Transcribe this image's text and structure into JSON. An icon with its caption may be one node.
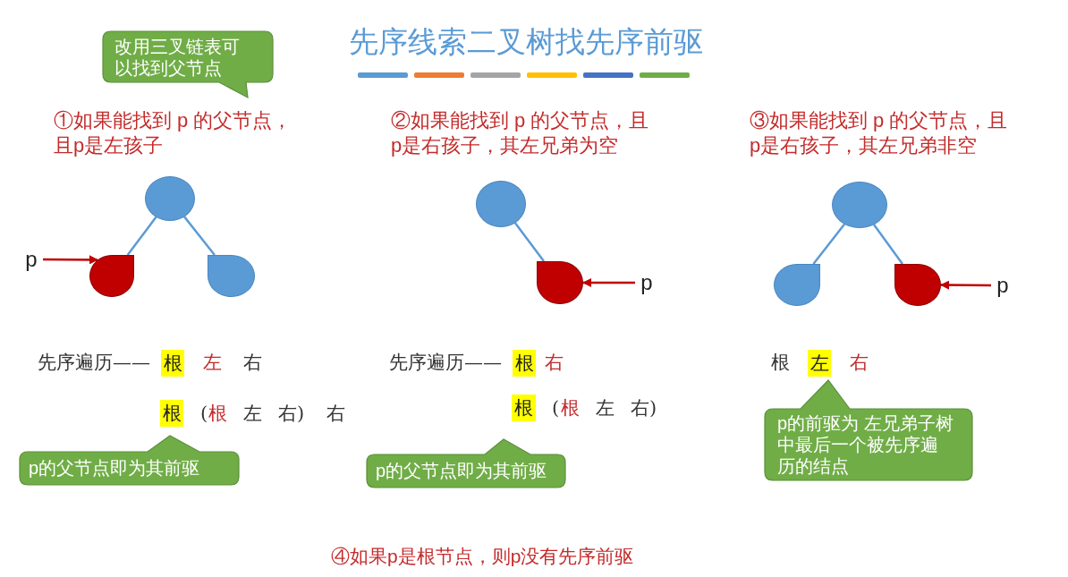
{
  "diagram": {
    "title": "先序线索二叉树找先序前驱",
    "nodes": [
      {
        "text": [
          "改用三叉链表可以找到父节点"
        ]
      },
      {
        "text": [],
        "shape": "circle"
      },
      {
        "text": [],
        "shape": "drop"
      },
      {
        "text": [],
        "shape": "drop"
      },
      {
        "text": [
          "p"
        ]
      },
      {
        "text": [],
        "shape": "circle"
      },
      {
        "text": [],
        "shape": "drop"
      },
      {
        "text": [
          "p"
        ]
      },
      {
        "text": [],
        "shape": "circle"
      },
      {
        "text": [],
        "shape": "drop"
      },
      {
        "text": [],
        "shape": "drop"
      },
      {
        "text": [
          "p"
        ]
      },
      {
        "text": [
          "根"
        ]
      },
      {
        "text": [
          "根"
        ]
      },
      {
        "text": [
          "左"
        ]
      },
      {
        "text": [
          "根"
        ]
      },
      {
        "text": [
          "根"
        ]
      },
      {
        "text": [
          "p的父节点即为其前驱"
        ]
      },
      {
        "text": [
          "p的父节点即为其前驱"
        ]
      },
      {
        "text": [
          "p的前驱为 左兄弟子树中最后一个被先序遍历的结点"
        ]
      }
    ],
    "edges": [
      {
        "from": 1,
        "to": 2,
        "arrow": "none"
      },
      {
        "from": 1,
        "to": 3,
        "arrow": "none"
      },
      {
        "from": 4,
        "to": 2,
        "arrow": "to",
        "color": "#c00000"
      },
      {
        "from": 5,
        "to": 6,
        "arrow": "none"
      },
      {
        "from": 7,
        "to": 6,
        "arrow": "to",
        "color": "#c00000"
      },
      {
        "from": 8,
        "to": 9,
        "arrow": "none"
      },
      {
        "from": 8,
        "to": 10,
        "arrow": "none"
      },
      {
        "from": 11,
        "to": 10,
        "arrow": "to",
        "color": "#c00000"
      }
    ],
    "labels": [
      "①如果能找到 p 的父节点，且p是左孩子",
      "②如果能找到 p 的父节点，且p是右孩子，其左兄弟为空",
      "③如果能找到 p 的父节点，且p是右孩子，其左兄弟非空",
      "先序遍历——",
      "左",
      "右",
      "先序遍历——",
      "右",
      "根",
      "右",
      "(",
      "根",
      "左",
      "右)",
      "右",
      "(",
      "根",
      "左",
      "右)",
      "④如果p是根节点，则p没有先序前驱"
    ]
  }
}
